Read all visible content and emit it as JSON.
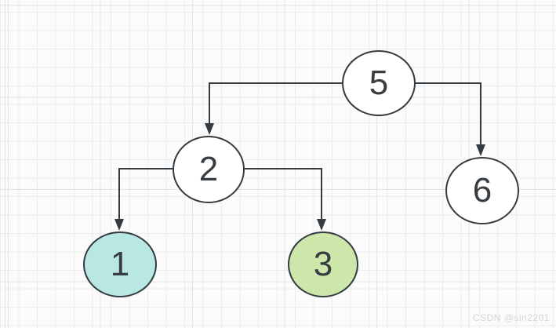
{
  "diagram": {
    "type": "binary-tree",
    "nodes": [
      {
        "id": "5",
        "label": "5",
        "fill": "#ffffff"
      },
      {
        "id": "2",
        "label": "2",
        "fill": "#ffffff"
      },
      {
        "id": "6",
        "label": "6",
        "fill": "#ffffff"
      },
      {
        "id": "1",
        "label": "1",
        "fill": "#b9e8e4"
      },
      {
        "id": "3",
        "label": "3",
        "fill": "#cde7ab"
      }
    ],
    "edges": [
      {
        "from": "5",
        "to": "2",
        "arrow": "target"
      },
      {
        "from": "5",
        "to": "6",
        "arrow": "target"
      },
      {
        "from": "2",
        "to": "1",
        "arrow": "target"
      },
      {
        "from": "2",
        "to": "3",
        "arrow": "target"
      }
    ]
  },
  "watermark": {
    "text": "CSDN @sin2201"
  },
  "colors": {
    "stroke": "#343b41",
    "text_color": "#383d42",
    "canvas_bg": "#fbfbfb",
    "grid_minor": "#ececec",
    "grid_major": "#e3e3e3",
    "node_fill_default": "#ffffff",
    "node_1_fill": "#b9e8e4",
    "node_3_fill": "#cde7ab",
    "watermark_color": "#d6d6d6"
  }
}
